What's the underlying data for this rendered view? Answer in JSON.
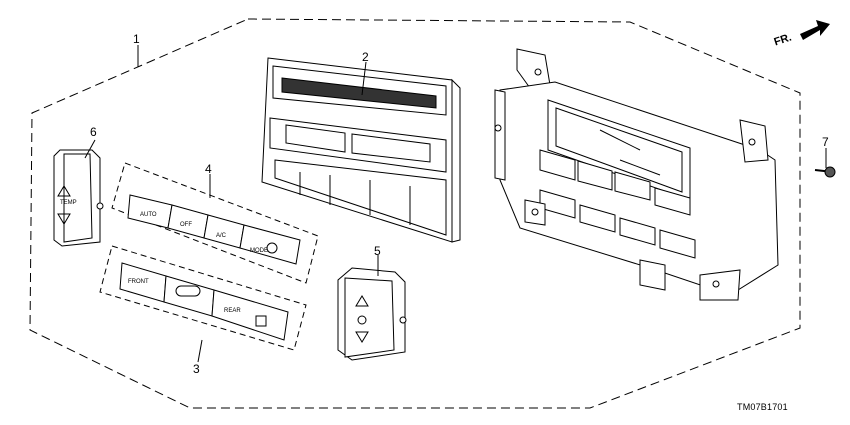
{
  "diagram": {
    "drawing_code": "TM07B1701",
    "direction_label": "FR.",
    "callouts": [
      "1",
      "2",
      "3",
      "4",
      "5",
      "6",
      "7"
    ],
    "switch_labels": {
      "temp": "TEMP",
      "auto": "AUTO",
      "off": "OFF",
      "ac": "A/C",
      "mode": "MODE",
      "front": "FRONT",
      "rear": "REAR"
    }
  }
}
